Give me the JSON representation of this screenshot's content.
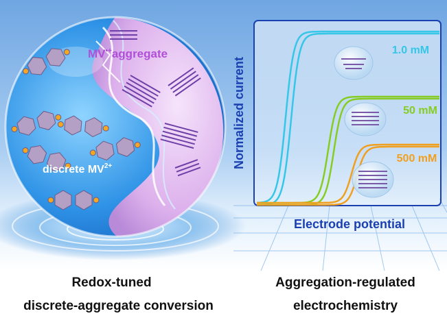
{
  "left_panel": {
    "label_aggregate": "MV•+ aggregate",
    "label_aggregate_main": "MV",
    "label_aggregate_sup": "•+",
    "label_aggregate_tail": "aggregate",
    "label_discrete_main": "discrete MV",
    "label_discrete_sup": "2+",
    "caption_line1": "Redox-tuned",
    "caption_line2": "discrete-aggregate conversion"
  },
  "right_panel": {
    "caption_line1": "Aggregation-regulated",
    "caption_line2": "electrochemistry"
  },
  "chart_data": {
    "type": "line",
    "xlabel": "Electrode potential",
    "ylabel": "Normalized current",
    "series": [
      {
        "name": "1.0 mM",
        "color": "#35c6e8",
        "plateau": 1.0
      },
      {
        "name": "50 mM",
        "color": "#86cc24",
        "plateau": 0.62
      },
      {
        "name": "500 mM",
        "color": "#f0a020",
        "plateau": 0.34
      }
    ]
  },
  "colors": {
    "background_top": "#7fb0e6",
    "background_bottom": "#ffffff",
    "sphere_blue": "#2a8fe0",
    "sphere_pink": "#e0b8ec",
    "label_aggregate": "#b04fd8",
    "label_discrete": "#ffffff",
    "axis": "#1a3fb0",
    "axis_label": "#1a3fb0"
  }
}
